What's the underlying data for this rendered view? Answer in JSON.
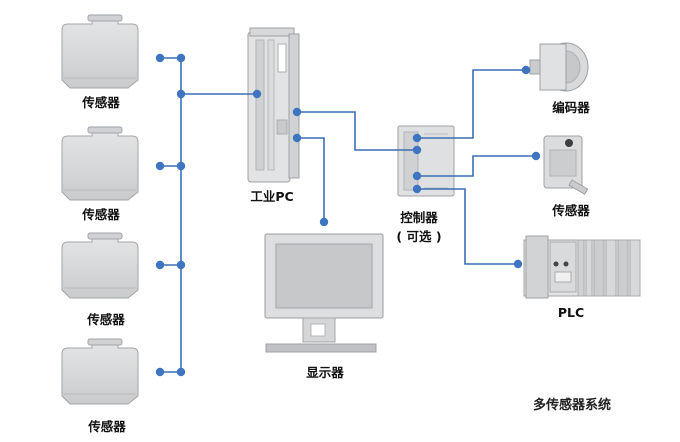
{
  "labels": {
    "sensor_1": "传感器",
    "sensor_2": "传感器",
    "sensor_3": "传感器",
    "sensor_4": "传感器",
    "industrial_pc": "工业PC",
    "monitor": "显示器",
    "controller": "控制器",
    "controller_optional": "( 可选 )",
    "encoder": "编码器",
    "photo_sensor": "传感器",
    "plc": "PLC"
  },
  "caption": "多传感器系统",
  "colors": {
    "line": "#3b6fb6",
    "dot": "#3f75c0",
    "device_fill": "#d3d5d6",
    "device_stroke": "#9a9da0",
    "screen_fill": "#c9cbcd"
  }
}
